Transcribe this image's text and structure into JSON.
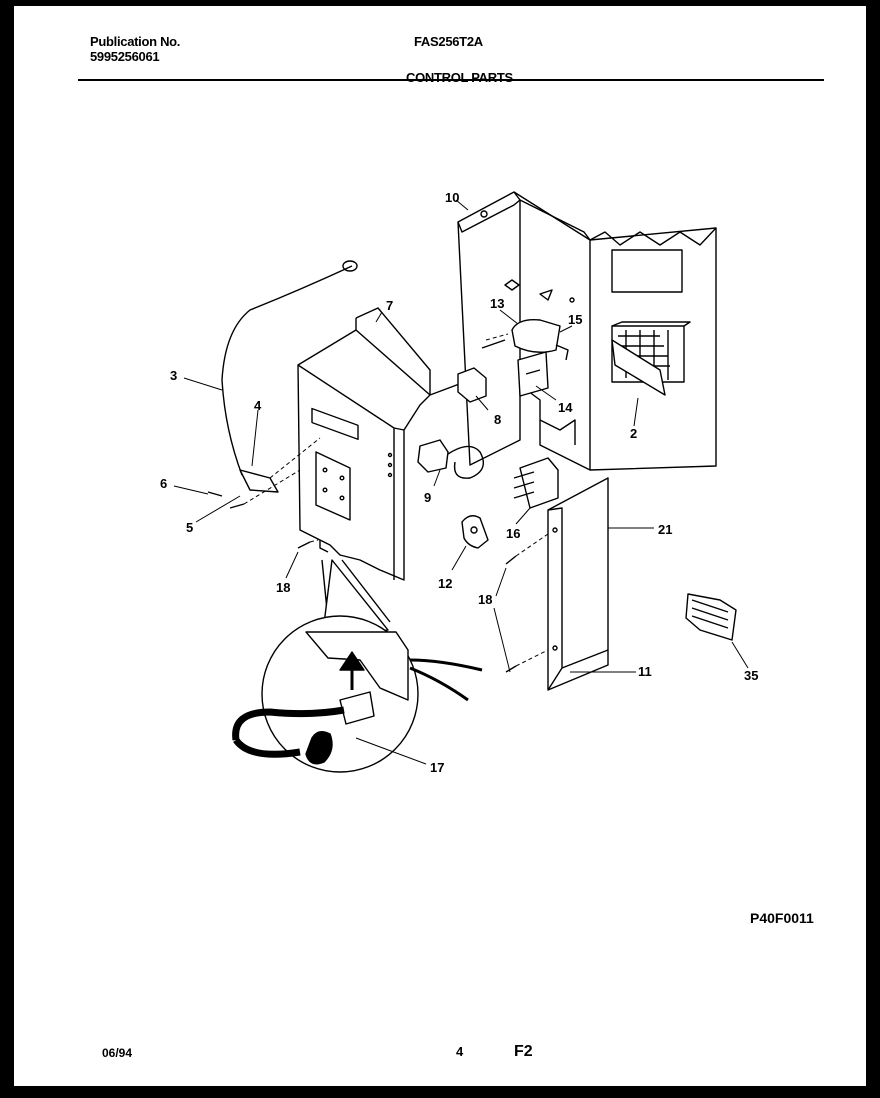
{
  "header": {
    "publication_label": "Publication No.",
    "publication_number": "5995256061",
    "model": "FAS256T2A",
    "section_title": "CONTROL PARTS"
  },
  "diagram": {
    "drawing_code": "P40F0011",
    "callouts": [
      "10",
      "7",
      "13",
      "15",
      "3",
      "4",
      "8",
      "14",
      "2",
      "6",
      "9",
      "5",
      "16",
      "21",
      "12",
      "18",
      "18",
      "11",
      "35",
      "17"
    ]
  },
  "footer": {
    "date": "06/94",
    "page": "4",
    "code": "F2"
  }
}
